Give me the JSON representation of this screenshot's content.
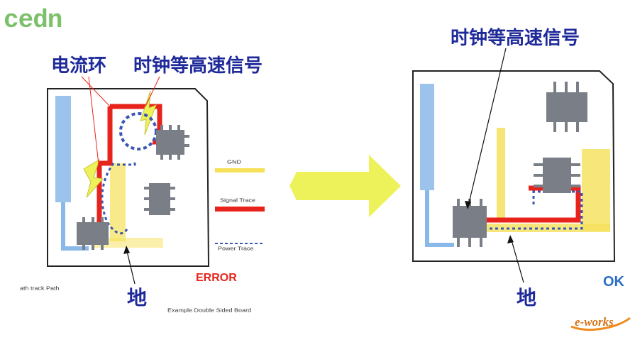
{
  "logo": {
    "text": "cedn"
  },
  "left": {
    "labels": {
      "current_loop": "电流环",
      "high_speed_signal": "时钟等高速信号",
      "ground": "地"
    },
    "legend": {
      "gnd": "GND",
      "signal_trace": "Signal Trace",
      "power_trace": "Power Trace"
    },
    "error": "ERROR",
    "path_track": "ath track Path",
    "caption": "Example Double Sided Board"
  },
  "right": {
    "labels": {
      "high_speed_signal": "时钟等高速信号",
      "ground": "地"
    },
    "ok": "OK",
    "watermark": "e-works"
  },
  "colors": {
    "signal_red": "#e8231c",
    "ground_yellow": "#f5e15a",
    "trace_blue": "#8ab8e8",
    "chip_gray": "#7a7f87",
    "arrow_yellow": "#eef25a",
    "label_blue": "#1f2a9a",
    "logo_green": "#7cc06a"
  }
}
